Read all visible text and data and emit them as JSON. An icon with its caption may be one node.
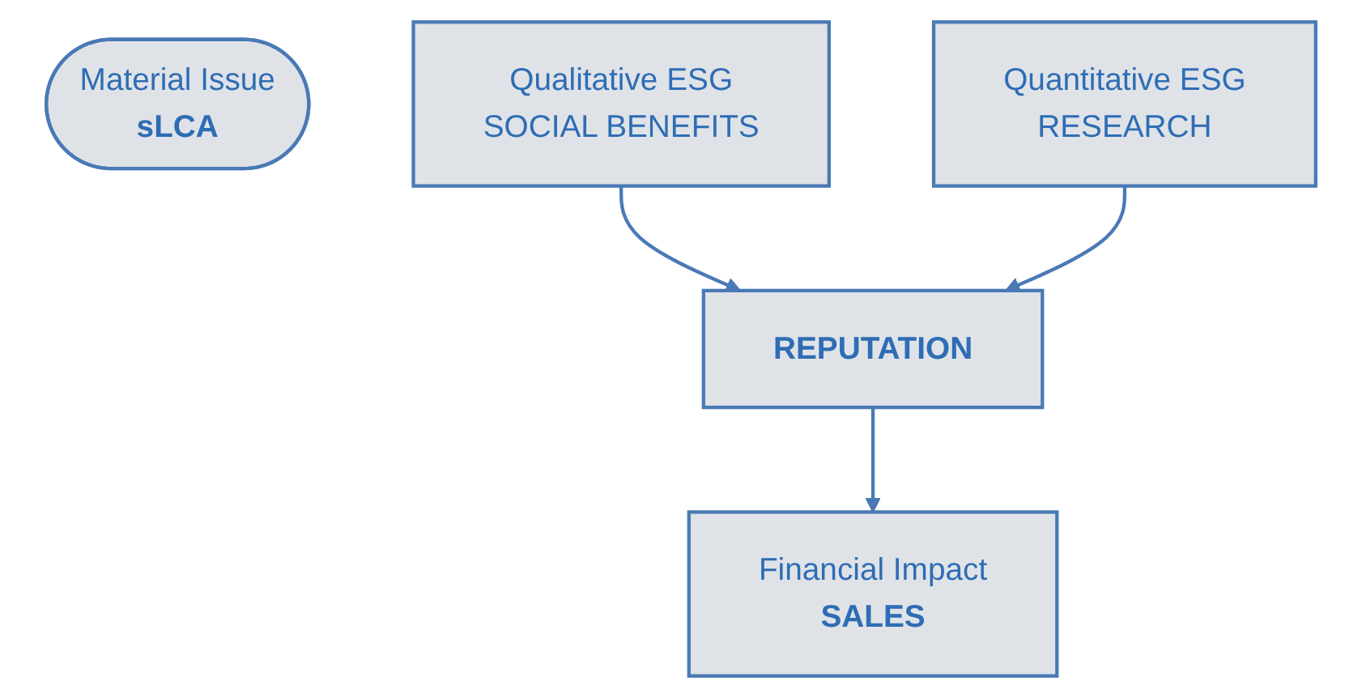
{
  "diagram": {
    "nodes": [
      {
        "text": [
          "Material Issue",
          "sLCA"
        ]
      },
      {
        "text": [
          "Qualitative ESG",
          "SOCIAL BENEFITS"
        ]
      },
      {
        "text": [
          "REPUTATION"
        ]
      },
      {
        "text": [
          "Quantitative ESG",
          "RESEARCH"
        ]
      },
      {
        "text": [
          "Financial Impact",
          "SALES"
        ]
      }
    ],
    "edges": [
      {
        "from": 1,
        "to": 2,
        "arrow": "to"
      },
      {
        "from": 3,
        "to": 2,
        "arrow": "to"
      },
      {
        "from": 2,
        "to": 4,
        "arrow": "to"
      }
    ]
  }
}
